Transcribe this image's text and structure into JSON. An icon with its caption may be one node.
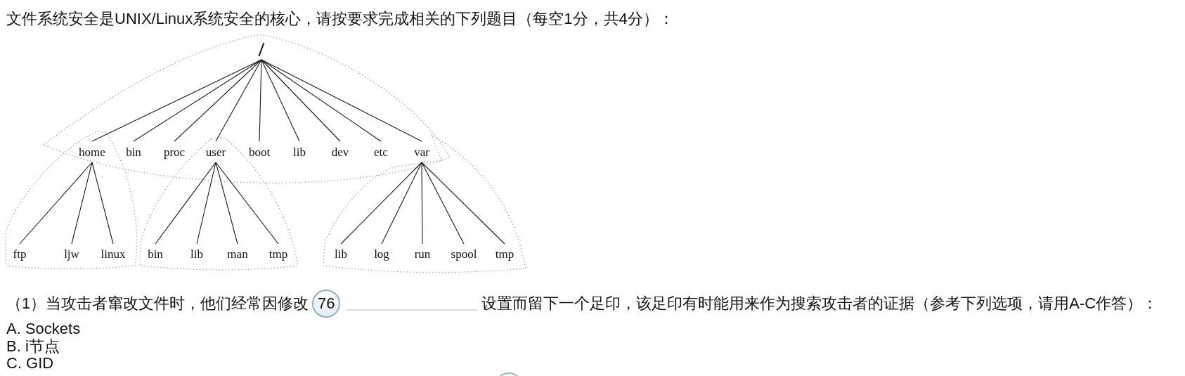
{
  "diagram": {
    "title": "文件系统安全是UNIX/Linux系统安全的核心，请按要求完成相关的下列题目（每空1分，共4分）：",
    "nodes": [
      {
        "text": [
          "/"
        ]
      },
      {
        "text": [
          "home"
        ]
      },
      {
        "text": [
          "bin"
        ]
      },
      {
        "text": [
          "proc"
        ]
      },
      {
        "text": [
          "user"
        ]
      },
      {
        "text": [
          "boot"
        ]
      },
      {
        "text": [
          "lib"
        ]
      },
      {
        "text": [
          "dev"
        ]
      },
      {
        "text": [
          "etc"
        ]
      },
      {
        "text": [
          "var"
        ]
      },
      {
        "text": [
          "ftp"
        ]
      },
      {
        "text": [
          "ljw"
        ]
      },
      {
        "text": [
          "linux"
        ]
      },
      {
        "text": [
          "bin"
        ]
      },
      {
        "text": [
          "lib"
        ]
      },
      {
        "text": [
          "man"
        ]
      },
      {
        "text": [
          "tmp"
        ]
      },
      {
        "text": [
          "lib"
        ]
      },
      {
        "text": [
          "log"
        ]
      },
      {
        "text": [
          "run"
        ]
      },
      {
        "text": [
          "spool"
        ]
      },
      {
        "text": [
          "tmp"
        ]
      }
    ],
    "edges": [
      {
        "from": 0,
        "to": 1,
        "arrow": "none"
      },
      {
        "from": 0,
        "to": 2,
        "arrow": "none"
      },
      {
        "from": 0,
        "to": 3,
        "arrow": "none"
      },
      {
        "from": 0,
        "to": 4,
        "arrow": "none"
      },
      {
        "from": 0,
        "to": 5,
        "arrow": "none"
      },
      {
        "from": 0,
        "to": 6,
        "arrow": "none"
      },
      {
        "from": 0,
        "to": 7,
        "arrow": "none"
      },
      {
        "from": 0,
        "to": 8,
        "arrow": "none"
      },
      {
        "from": 0,
        "to": 9,
        "arrow": "none"
      },
      {
        "from": 1,
        "to": 10,
        "arrow": "none"
      },
      {
        "from": 1,
        "to": 11,
        "arrow": "none"
      },
      {
        "from": 1,
        "to": 12,
        "arrow": "none"
      },
      {
        "from": 4,
        "to": 13,
        "arrow": "none"
      },
      {
        "from": 4,
        "to": 14,
        "arrow": "none"
      },
      {
        "from": 4,
        "to": 15,
        "arrow": "none"
      },
      {
        "from": 4,
        "to": 16,
        "arrow": "none"
      },
      {
        "from": 9,
        "to": 17,
        "arrow": "none"
      },
      {
        "from": 9,
        "to": 18,
        "arrow": "none"
      },
      {
        "from": 9,
        "to": 19,
        "arrow": "none"
      },
      {
        "from": 9,
        "to": 20,
        "arrow": "none"
      },
      {
        "from": 9,
        "to": 21,
        "arrow": "none"
      }
    ],
    "labels": [
      "（1）当攻击者窜改文件时，他们经常因修改",
      "76",
      "设置而留下一个足印，该足印有时能用来作为搜索攻击者的证据（参考下列选项，请用A-C作答）：",
      "A. Sockets",
      "B. i节点",
      "C. GID"
    ]
  }
}
